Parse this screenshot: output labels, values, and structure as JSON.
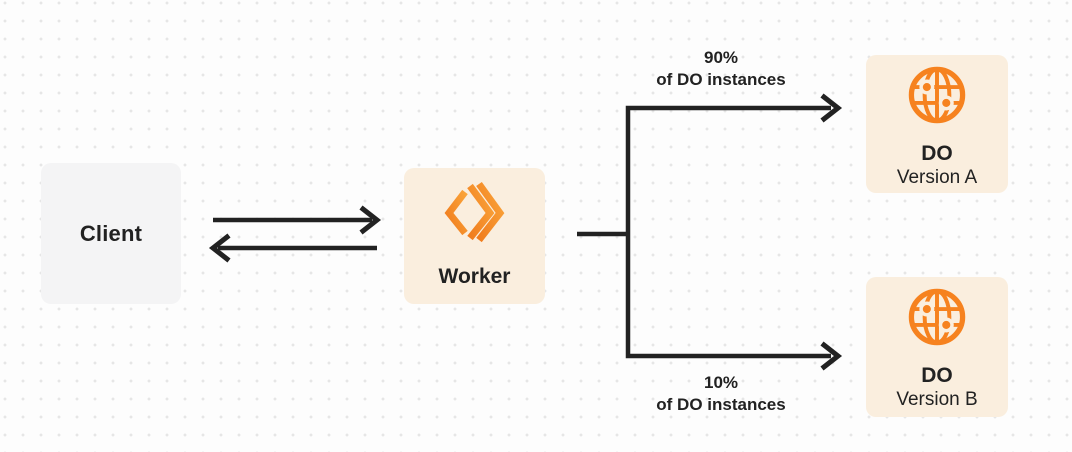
{
  "colors": {
    "accent_orange": "#F6821F",
    "box_cream": "#FAEEDE",
    "box_gray": "#F4F4F5",
    "line_dark": "#222222",
    "text_dark": "#222222",
    "canvas_bg": "#FDFDFD",
    "grid_dot": "#E6E6E6"
  },
  "nodes": {
    "client": {
      "label": "Client"
    },
    "worker": {
      "label": "Worker",
      "icon": "cloudflare-workers-logo-icon"
    },
    "do_a": {
      "title": "DO",
      "subtitle": "Version A",
      "icon": "durable-object-globe-icon"
    },
    "do_b": {
      "title": "DO",
      "subtitle": "Version B",
      "icon": "durable-object-globe-icon"
    }
  },
  "edges": {
    "client_worker": {
      "type": "bidirectional-arrows"
    },
    "branch_top": {
      "percent": "90%",
      "description": "of DO instances"
    },
    "branch_bottom": {
      "percent": "10%",
      "description": "of DO instances"
    }
  }
}
